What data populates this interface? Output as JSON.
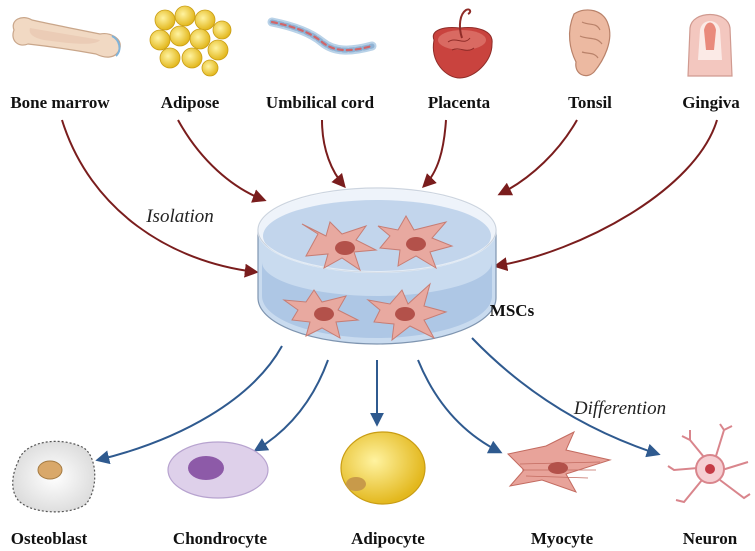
{
  "sources": [
    {
      "id": "bone-marrow",
      "label": "Bone marrow",
      "icon": "bone-marrow-icon"
    },
    {
      "id": "adipose",
      "label": "Adipose",
      "icon": "adipose-tissue-icon"
    },
    {
      "id": "umbilical-cord",
      "label": "Umbilical cord",
      "icon": "umbilical-cord-icon"
    },
    {
      "id": "placenta",
      "label": "Placenta",
      "icon": "placenta-icon"
    },
    {
      "id": "tonsil",
      "label": "Tonsil",
      "icon": "tonsil-icon"
    },
    {
      "id": "gingiva",
      "label": "Gingiva",
      "icon": "gingiva-icon"
    }
  ],
  "isolation_label": "Isolation",
  "center_label": "MSCs",
  "differentiation_label": "Differention",
  "targets": [
    {
      "id": "osteoblast",
      "label": "Osteoblast",
      "icon": "osteoblast-icon"
    },
    {
      "id": "chondrocyte",
      "label": "Chondrocyte",
      "icon": "chondrocyte-icon"
    },
    {
      "id": "adipocyte",
      "label": "Adipocyte",
      "icon": "adipocyte-icon"
    },
    {
      "id": "myocyte",
      "label": "Myocyte",
      "icon": "myocyte-icon"
    },
    {
      "id": "neuron",
      "label": "Neuron",
      "icon": "neuron-icon"
    }
  ],
  "colors": {
    "isolation_arrow": "#7a1d1d",
    "differentiation_arrow": "#2f5a8f",
    "dish_liquid": "#a9c3e3",
    "msc_cell": "#e8a9a0",
    "msc_nucleus": "#b3514a"
  }
}
